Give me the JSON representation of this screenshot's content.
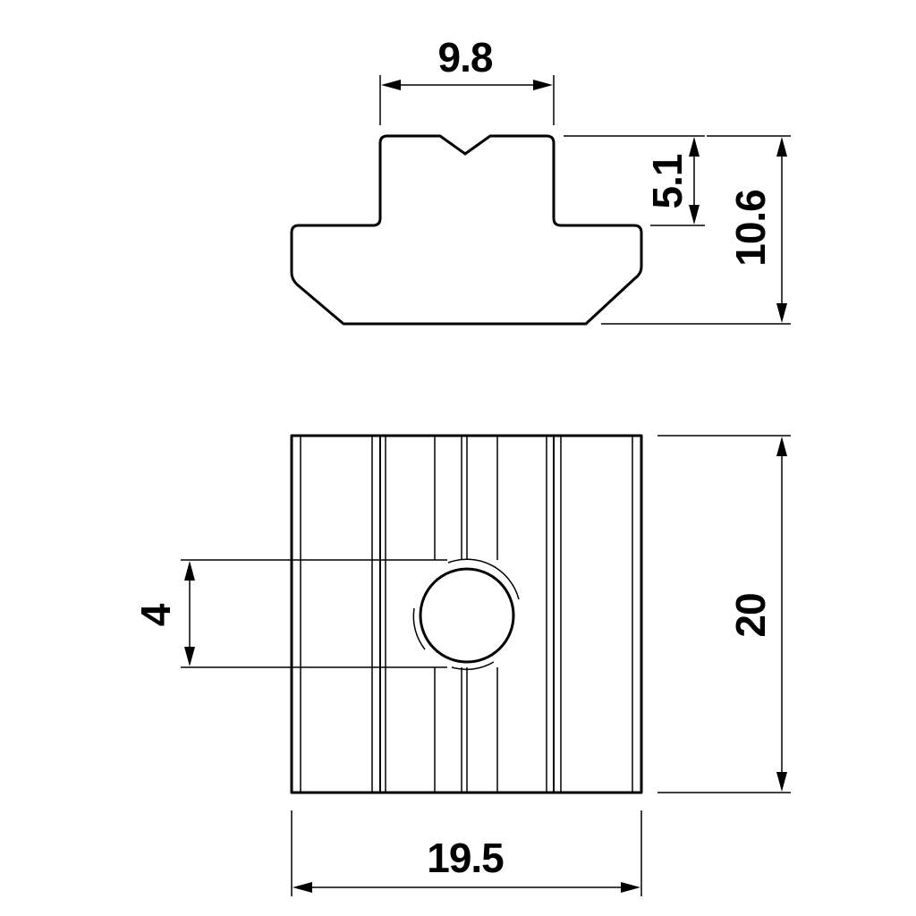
{
  "dimensions": {
    "width_top": "9.8",
    "height_partial": "5.1",
    "height_total": "10.6",
    "hole_diameter": "4",
    "length": "20",
    "width_bottom": "19.5"
  },
  "views": [
    "profile-view",
    "top-view"
  ]
}
